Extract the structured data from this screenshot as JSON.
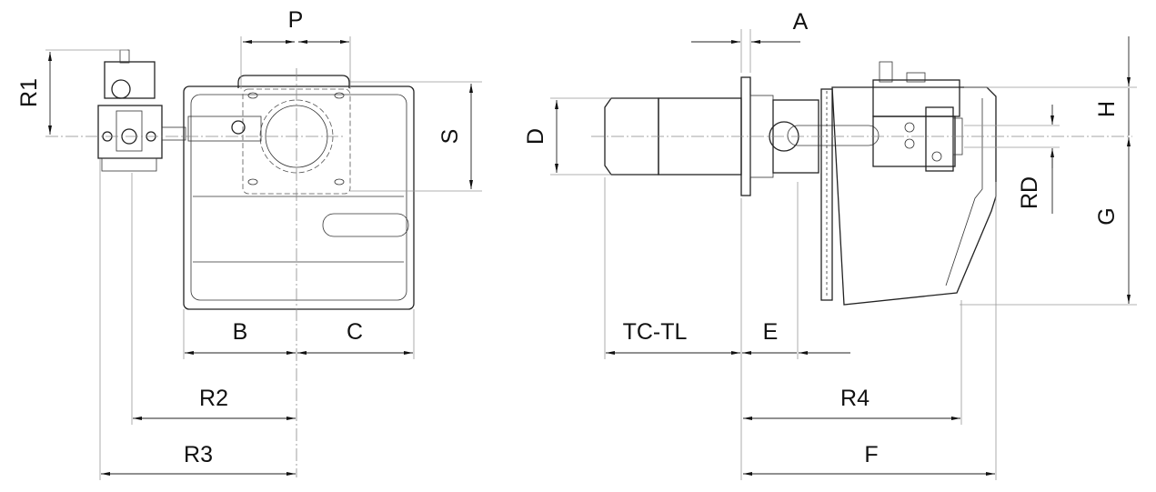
{
  "labels": {
    "P": "P",
    "R1": "R1",
    "S": "S",
    "B": "B",
    "C": "C",
    "R2": "R2",
    "R3": "R3",
    "A": "A",
    "D": "D",
    "TC_TL": "TC-TL",
    "E": "E",
    "R4": "R4",
    "F": "F",
    "H": "H",
    "RD": "RD",
    "G": "G"
  }
}
